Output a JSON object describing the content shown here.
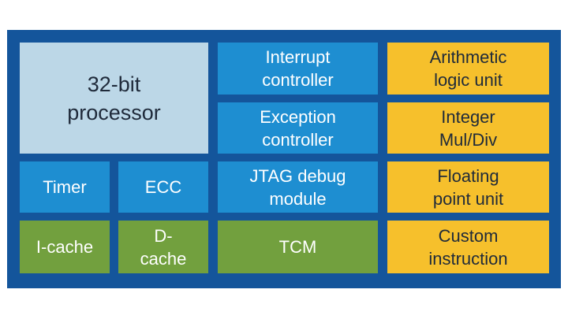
{
  "diagram": {
    "frame_color": "#14559b",
    "colors": {
      "gray": "#bcd7e7",
      "blue": "#1e8ed1",
      "green": "#72a03e",
      "yellow": "#f6c02c"
    },
    "blocks": {
      "processor": "32-bit\nprocessor",
      "interrupt_controller": "Interrupt\ncontroller",
      "arithmetic_logic_unit": "Arithmetic\nlogic unit",
      "exception_controller": "Exception\ncontroller",
      "integer_mul_div": "Integer\nMul/Div",
      "timer": "Timer",
      "ecc": "ECC",
      "jtag_debug_module": "JTAG debug\nmodule",
      "floating_point_unit": "Floating\npoint unit",
      "icache": "I-cache",
      "dcache": "D-\ncache",
      "tcm": "TCM",
      "custom_instruction": "Custom\ninstruction"
    }
  }
}
